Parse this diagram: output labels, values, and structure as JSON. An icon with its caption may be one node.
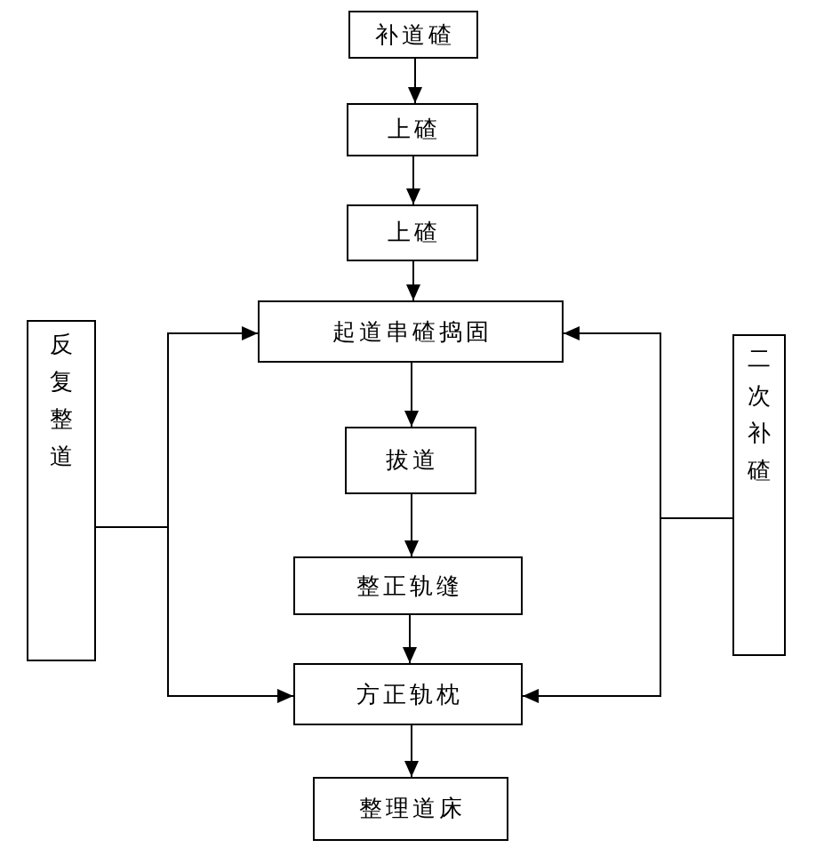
{
  "diagram": {
    "nodes": [
      {
        "text": [
          "补道碴"
        ]
      },
      {
        "text": [
          "上碴"
        ]
      },
      {
        "text": [
          "上碴"
        ]
      },
      {
        "text": [
          "起道串碴捣固"
        ]
      },
      {
        "text": [
          "拔道"
        ]
      },
      {
        "text": [
          "整正轨缝"
        ]
      },
      {
        "text": [
          "方正轨枕"
        ]
      },
      {
        "text": [
          "整理道床"
        ]
      },
      {
        "text": [
          "反复整道"
        ]
      },
      {
        "text": [
          "二次补碴"
        ]
      }
    ],
    "edges": [
      {
        "from": 0,
        "to": 1,
        "arrow": "to"
      },
      {
        "from": 1,
        "to": 2,
        "arrow": "to"
      },
      {
        "from": 2,
        "to": 3,
        "arrow": "to"
      },
      {
        "from": 3,
        "to": 4,
        "arrow": "to"
      },
      {
        "from": 4,
        "to": 5,
        "arrow": "to"
      },
      {
        "from": 5,
        "to": 6,
        "arrow": "to"
      },
      {
        "from": 6,
        "to": 7,
        "arrow": "to"
      },
      {
        "from": 8,
        "to": 3,
        "arrow": "to"
      },
      {
        "from": 8,
        "to": 6,
        "arrow": "to"
      },
      {
        "from": 9,
        "to": 3,
        "arrow": "to"
      },
      {
        "from": 9,
        "to": 6,
        "arrow": "to"
      }
    ]
  }
}
